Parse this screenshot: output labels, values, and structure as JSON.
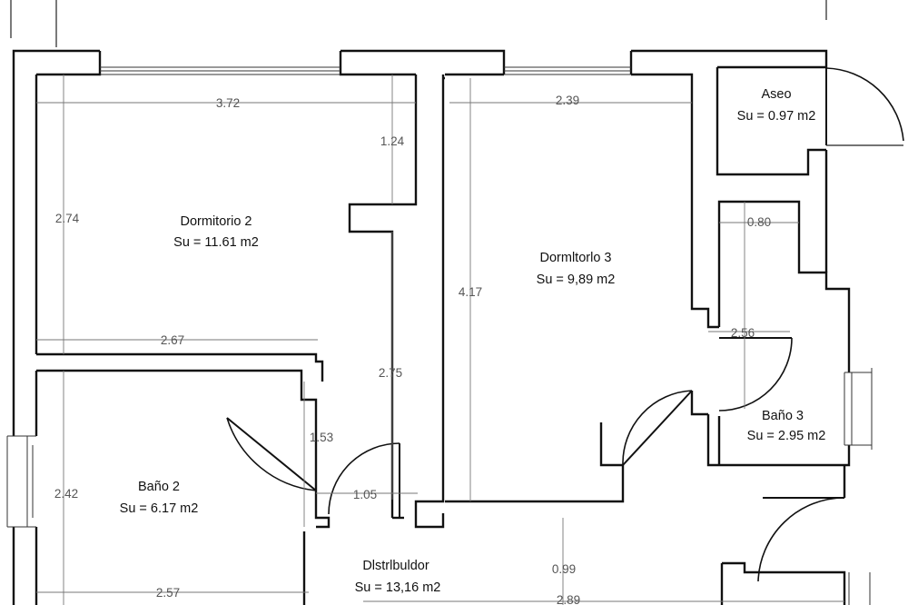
{
  "rooms": {
    "dormitorio_2": {
      "name": "Dormitorio 2",
      "area": "Su = 11.61 m2"
    },
    "dormitorio_3": {
      "name": "Dormltorlo 3",
      "area": "Su = 9,89 m2"
    },
    "aseo": {
      "name": "Aseo",
      "area": "Su = 0.97 m2"
    },
    "bano_2": {
      "name": "Baño 2",
      "area": "Su = 6.17 m2"
    },
    "bano_3": {
      "name": "Baño 3",
      "area": "Su = 2.95 m2"
    },
    "distribuidor": {
      "name": "Dlstrlbuldor",
      "area": "Su = 13,16 m2"
    }
  },
  "dimensions": {
    "d2_width": "3.72",
    "d2_inner": "1.24",
    "d2_height": "2.74",
    "d2_bottom": "2.67",
    "corridor_height": "2.75",
    "d3_width": "2.39",
    "d3_height": "4.17",
    "b3_width": "0.80",
    "b3_mid": "2.56",
    "hall_height": "1.53",
    "hall_door": "1.05",
    "b2_height": "2.42",
    "b2_width": "2.57",
    "dist_gap": "0.99",
    "dist_width": "2.89"
  },
  "colors": {
    "wall": "#111111",
    "dimension": "#777777",
    "background": "#ffffff"
  }
}
